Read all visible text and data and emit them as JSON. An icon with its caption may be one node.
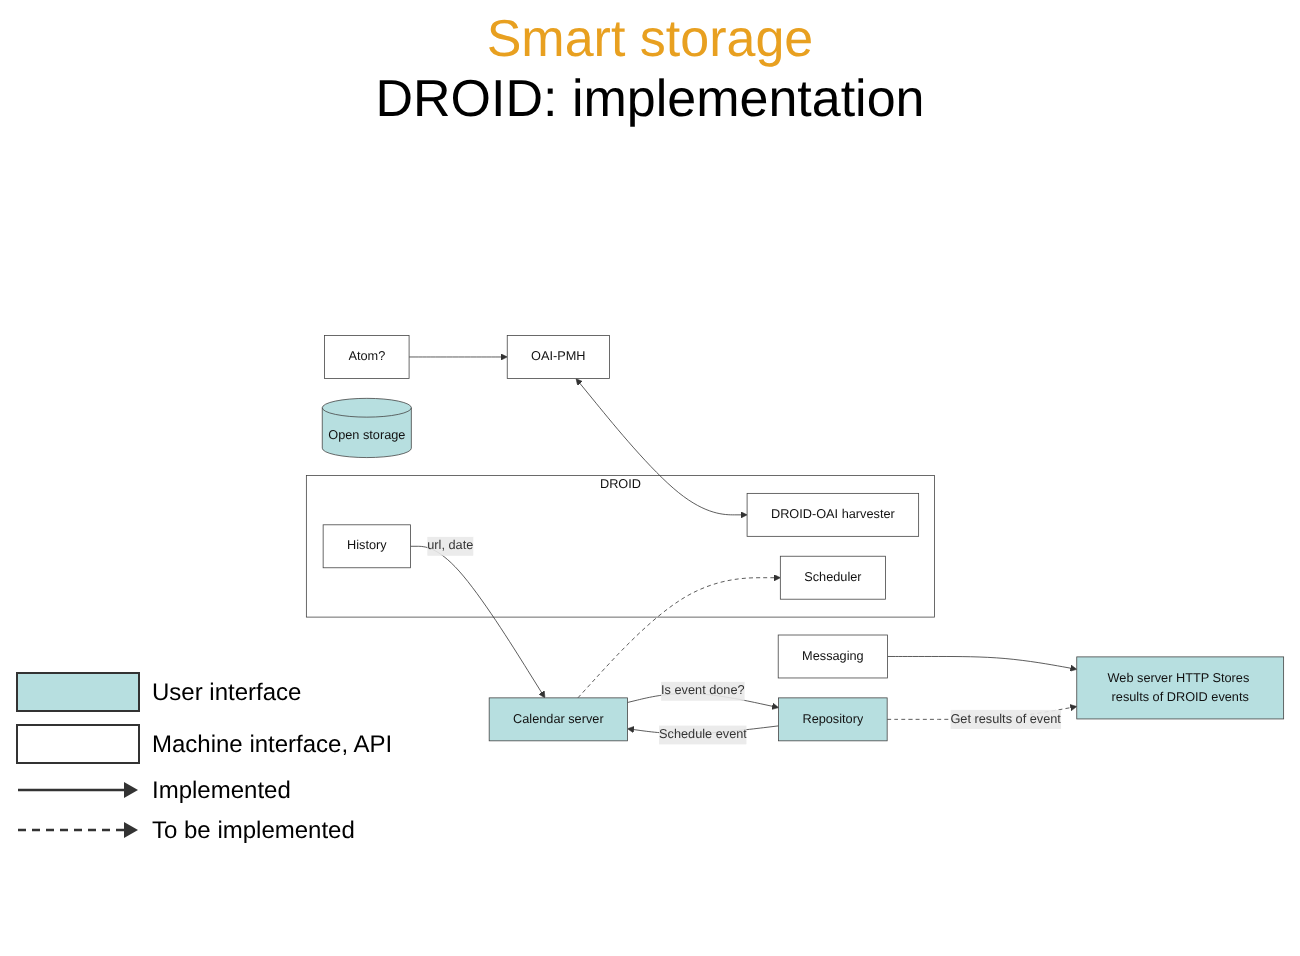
{
  "diagram": {
    "title": "Smart storage",
    "nodes": [
      {
        "text": [
          "Open storage"
        ]
      },
      {
        "text": [
          "OAI-PMH"
        ]
      },
      {
        "text": [
          "Atom?"
        ]
      },
      {
        "text": [
          "DROID"
        ]
      },
      {
        "text": [
          "DROID-OAI harvester"
        ],
        "in": 3
      },
      {
        "text": [
          "Scheduler"
        ],
        "in": 3
      },
      {
        "text": [
          "History"
        ],
        "in": 3
      },
      {
        "text": [
          "Messaging"
        ]
      },
      {
        "text": [
          "Calendar server"
        ]
      },
      {
        "text": [
          "Repository"
        ]
      },
      {
        "text": [
          "Web server HTTP Stores results of DROID events"
        ]
      }
    ],
    "edges": [
      {
        "from": 1,
        "to": 4,
        "arrow": "both"
      },
      {
        "from": 2,
        "to": 1,
        "arrow": "to"
      },
      {
        "from": 8,
        "to": 5,
        "arrow": "to",
        "style": "dashed"
      },
      {
        "from": 6,
        "to": 8,
        "arrow": "to",
        "label": "url, date"
      },
      {
        "from": 9,
        "to": 8,
        "arrow": "to",
        "label": "Schedule event"
      },
      {
        "from": 8,
        "to": 9,
        "arrow": "to",
        "label": "Is event done?"
      },
      {
        "from": 7,
        "to": 10,
        "arrow": "to"
      },
      {
        "from": 9,
        "to": 10,
        "arrow": "to",
        "style": "dashed",
        "label": "Get results of event"
      }
    ],
    "labels": [
      "DROID: implementation"
    ],
    "legend": [
      {
        "text": "User interface",
        "color": "#b7dfe0"
      },
      {
        "text": "Machine interface, API",
        "color": "#ffffff"
      },
      {
        "text": "Implemented"
      },
      {
        "text": "To be implemented"
      }
    ]
  }
}
